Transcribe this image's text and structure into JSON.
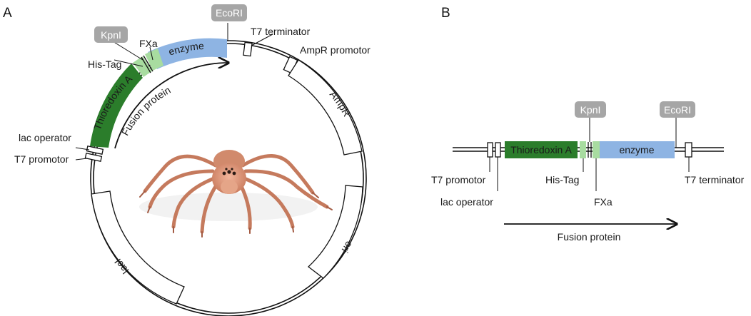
{
  "panel_a": {
    "letter": "A",
    "fusion_label": "Fusion protein",
    "features": {
      "thioredoxin": "Thioredoxin A",
      "enzyme": "enzyme",
      "ampr": "AmpR",
      "ori": "ori",
      "laci": "lacI"
    },
    "callouts": {
      "his_tag": "His-Tag",
      "fxa": "FXa",
      "t7_terminator": "T7 terminator",
      "ampr_promotor": "AmpR promotor",
      "lac_operator": "lac operator",
      "t7_promotor": "T7 promotor"
    },
    "sites": {
      "kpni": "KpnI",
      "ecori": "EcoRI"
    }
  },
  "panel_b": {
    "letter": "B",
    "features": {
      "thioredoxin": "Thioredoxin A",
      "enzyme": "enzyme"
    },
    "callouts": {
      "t7_promotor": "T7 promotor",
      "lac_operator": "lac operator",
      "his_tag": "His-Tag",
      "fxa": "FXa",
      "t7_terminator": "T7 terminator"
    },
    "sites": {
      "kpni": "KpnI",
      "ecori": "EcoRI"
    },
    "fusion_label": "Fusion protein"
  },
  "colors": {
    "thioredoxin": "#2b7d2b",
    "tags": "#a8dca0",
    "enzyme": "#8eb4e3",
    "site_box": "#a6a6a6",
    "line": "#111111"
  }
}
